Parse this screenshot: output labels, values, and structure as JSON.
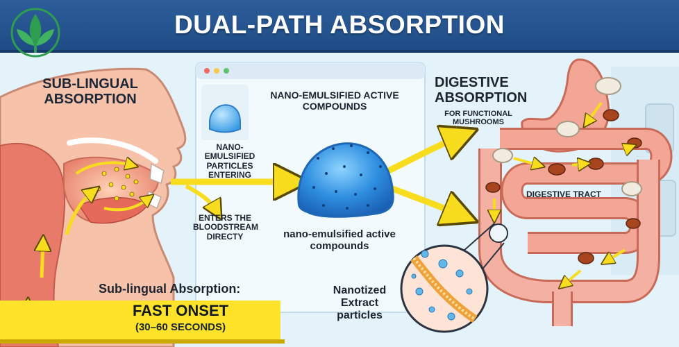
{
  "header": {
    "title": "DUAL-PATH ABSORPTION"
  },
  "labels": {
    "sublingual_heading": "SUB-LINGUAL ABSORPTION",
    "particles_entering": "NANO-EMULSIFIED PARTICLES ENTERING",
    "enters_bloodstream": "ENTERS THE BLOODSTREAM DIRECTY",
    "nano_top": "NANO-EMULSIFIED ACTIVE COMPOUNDS",
    "nano_bottom": "nano-emulsified active compounds",
    "digestive_heading": "DIGESTIVE ABSORPTION",
    "digestive_sub": "FOR FUNCTIONAL MUSHROOMS",
    "digestive_tract": "DIGESTIVE TRACT",
    "nanotized": "Nanotized Extract particles",
    "sublingual_caption": "Sub-lingual Absorption:",
    "fast_onset": "FAST ONSET",
    "onset_time": "(30–60 SECONDS)"
  },
  "colors": {
    "header_bg": "#2459a0",
    "accent_yellow": "#ffe32a",
    "gummy_blue": "#2f8fe0",
    "tissue_pink": "#f3a596",
    "arrow_yellow": "#f7dd1e"
  }
}
